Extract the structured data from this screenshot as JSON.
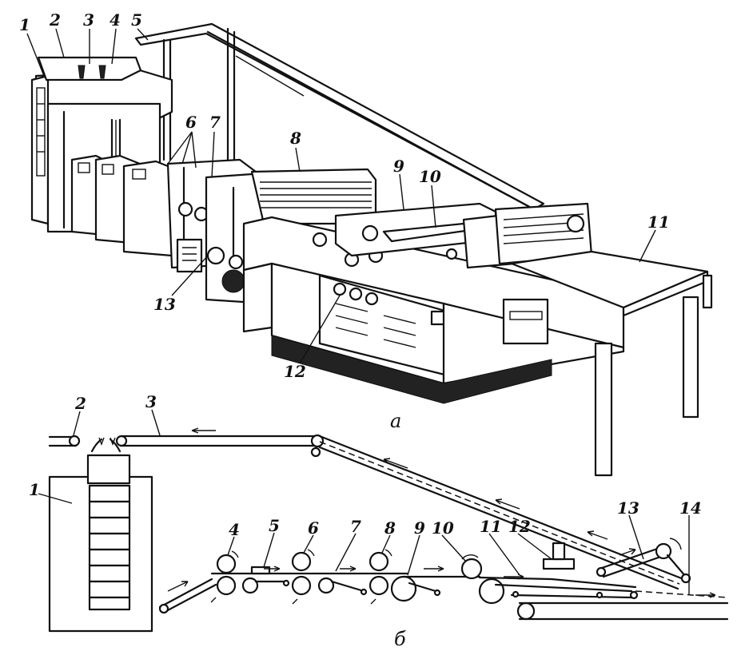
{
  "view_a": {
    "caption": "а",
    "labels": [
      "1",
      "2",
      "3",
      "4",
      "5",
      "6",
      "7",
      "8",
      "9",
      "10",
      "11",
      "12",
      "13"
    ]
  },
  "view_b": {
    "caption": "б",
    "labels": [
      "1",
      "2",
      "3",
      "4",
      "5",
      "6",
      "7",
      "8",
      "9",
      "10",
      "11",
      "12",
      "13",
      "14"
    ]
  }
}
